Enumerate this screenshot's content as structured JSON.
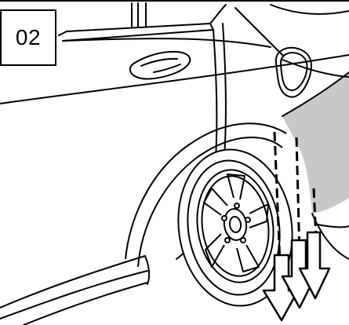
{
  "step": {
    "number": "02"
  },
  "illustration": {
    "subject": "rear-quarter-with-wheel-and-mudflap",
    "highlight_color": "#c8c8c8",
    "line_color": "#000000",
    "direction_arrows": 3,
    "arrow_direction": "down"
  }
}
